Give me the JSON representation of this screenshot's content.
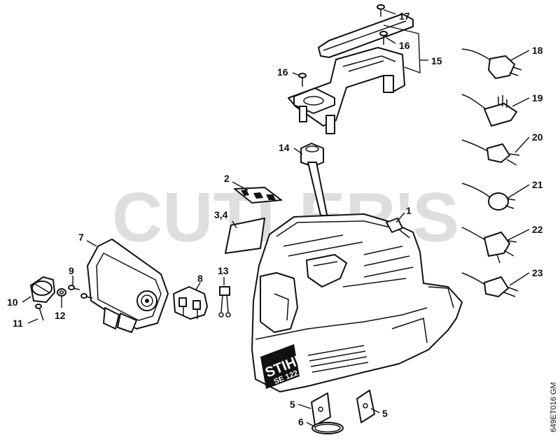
{
  "watermark": "CUTLER'S",
  "drawing_code": "649ET016 GM",
  "brand": {
    "name": "STIHL",
    "model": "SE 122"
  },
  "callouts": {
    "c1": "1",
    "c2": "2",
    "c3_4": "3,4",
    "c5a": "5",
    "c5b": "5",
    "c6": "6",
    "c7": "7",
    "c8": "8",
    "c9": "9",
    "c10": "10",
    "c11": "11",
    "c12": "12",
    "c13": "13",
    "c14": "14",
    "c15": "15",
    "c16a": "16",
    "c16b": "16",
    "c17": "17",
    "c18": "18",
    "c19": "19",
    "c20": "20",
    "c21": "21",
    "c22": "22",
    "c23": "23"
  }
}
